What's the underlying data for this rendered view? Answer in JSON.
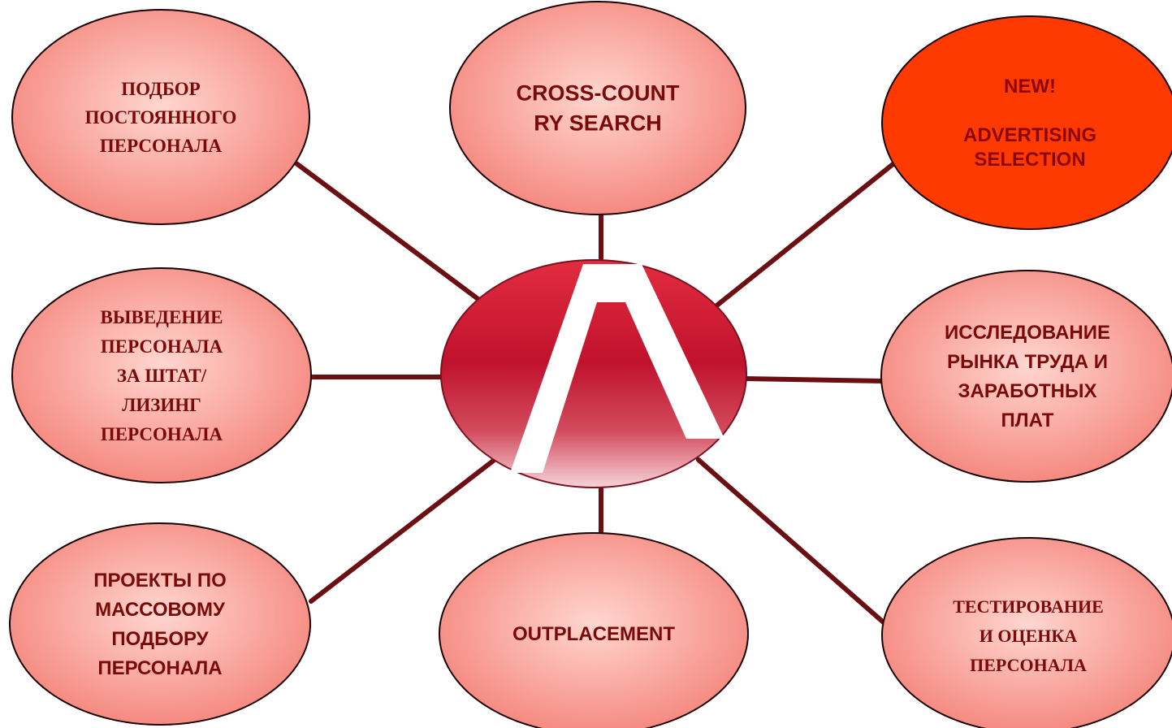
{
  "colors": {
    "connector": "#6b0f12",
    "node_outline": "#1a0000",
    "node_text": "#7a0a0a",
    "node_fill_light": "#ffd0c8",
    "node_fill_dark": "#f4837a",
    "highlight_fill": "#ff3a00",
    "highlight_text": "#8a0505",
    "hub_fill_top": "#e0283a",
    "hub_fill_mid": "#c4102a",
    "hub_fill_bottom": "#f3c6cc",
    "hub_letter": "#ffffff"
  },
  "hub": {
    "letter": "A",
    "icon": "letter-a-logo-icon"
  },
  "nodes": {
    "top_left": {
      "lines": [
        "ПОДБОР",
        "ПОСТОЯННОГО",
        "ПЕРСОНАЛА"
      ]
    },
    "top_center": {
      "lines": [
        "CROSS-COUNT",
        "RY SEARCH"
      ]
    },
    "top_right": {
      "lines": [
        "NEW!",
        "",
        "ADVERTISING",
        "SELECTION"
      ]
    },
    "middle_left": {
      "lines": [
        "ВЫВЕДЕНИЕ",
        "ПЕРСОНАЛА",
        "ЗА ШТАТ/",
        "ЛИЗИНГ",
        "ПЕРСОНАЛА"
      ]
    },
    "middle_right": {
      "lines": [
        "ИССЛЕДОВАНИЕ",
        "РЫНКА ТРУДА И",
        "ЗАРАБОТНЫХ",
        "ПЛАТ"
      ]
    },
    "bottom_left": {
      "lines": [
        "ПРОЕКТЫ ПО",
        "МАССОВОМУ",
        "ПОДБОРУ",
        "ПЕРСОНАЛА"
      ]
    },
    "bottom_center": {
      "lines": [
        "OUTPLACEMENT"
      ]
    },
    "bottom_right": {
      "lines": [
        "ТЕСТИРОВАНИЕ",
        "И ОЦЕНКА",
        "ПЕРСОНАЛА"
      ]
    }
  }
}
